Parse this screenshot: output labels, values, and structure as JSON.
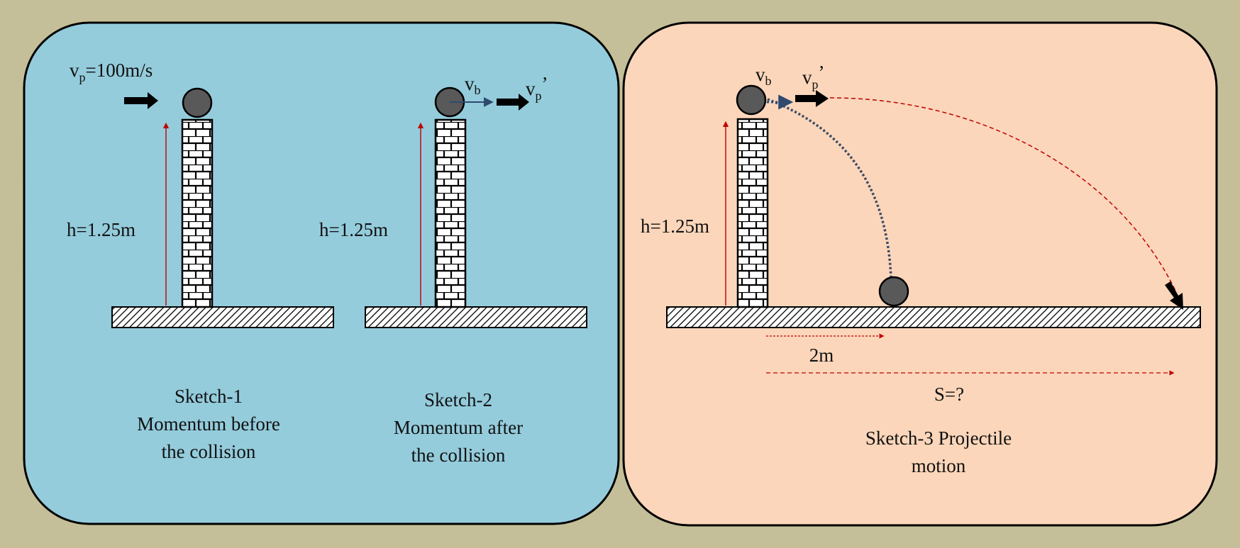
{
  "colors": {
    "background": "#c4bf98",
    "panel_left": "#94ccdc",
    "panel_right": "#fbd6ba",
    "height_arrow": "#c00000",
    "ball": "#595959",
    "ball_velocity": "#2f4a6e",
    "projectile_path": "#c00000",
    "ball_path": "#3a4a66"
  },
  "sketch1": {
    "velocity_label_main": "v",
    "velocity_label_sub": "p",
    "velocity_label_rest": "=100m/s",
    "height_label": "h=1.25m",
    "caption_line1": "Sketch-1",
    "caption_line2": "Momentum before",
    "caption_line3": "the collision"
  },
  "sketch2": {
    "ball_velocity_main": "v",
    "ball_velocity_sub": "b",
    "projectile_velocity_main": "v",
    "projectile_velocity_sub": "p",
    "projectile_velocity_prime": "’",
    "height_label": "h=1.25m",
    "caption_line1": "Sketch-2",
    "caption_line2": "Momentum after",
    "caption_line3": "the collision"
  },
  "sketch3": {
    "ball_velocity_main": "v",
    "ball_velocity_sub": "b",
    "projectile_velocity_main": "v",
    "projectile_velocity_sub": "p",
    "projectile_velocity_prime": "’",
    "height_label": "h=1.25m",
    "ball_distance_label": "2m",
    "projectile_distance_label": "S=?",
    "caption_line1": "Sketch-3 Projectile",
    "caption_line2": "motion"
  },
  "icons": {
    "ball": "ball-icon",
    "projectile": "projectile-arrow-icon",
    "wall": "brick-wall-icon",
    "ground": "ground-icon"
  }
}
